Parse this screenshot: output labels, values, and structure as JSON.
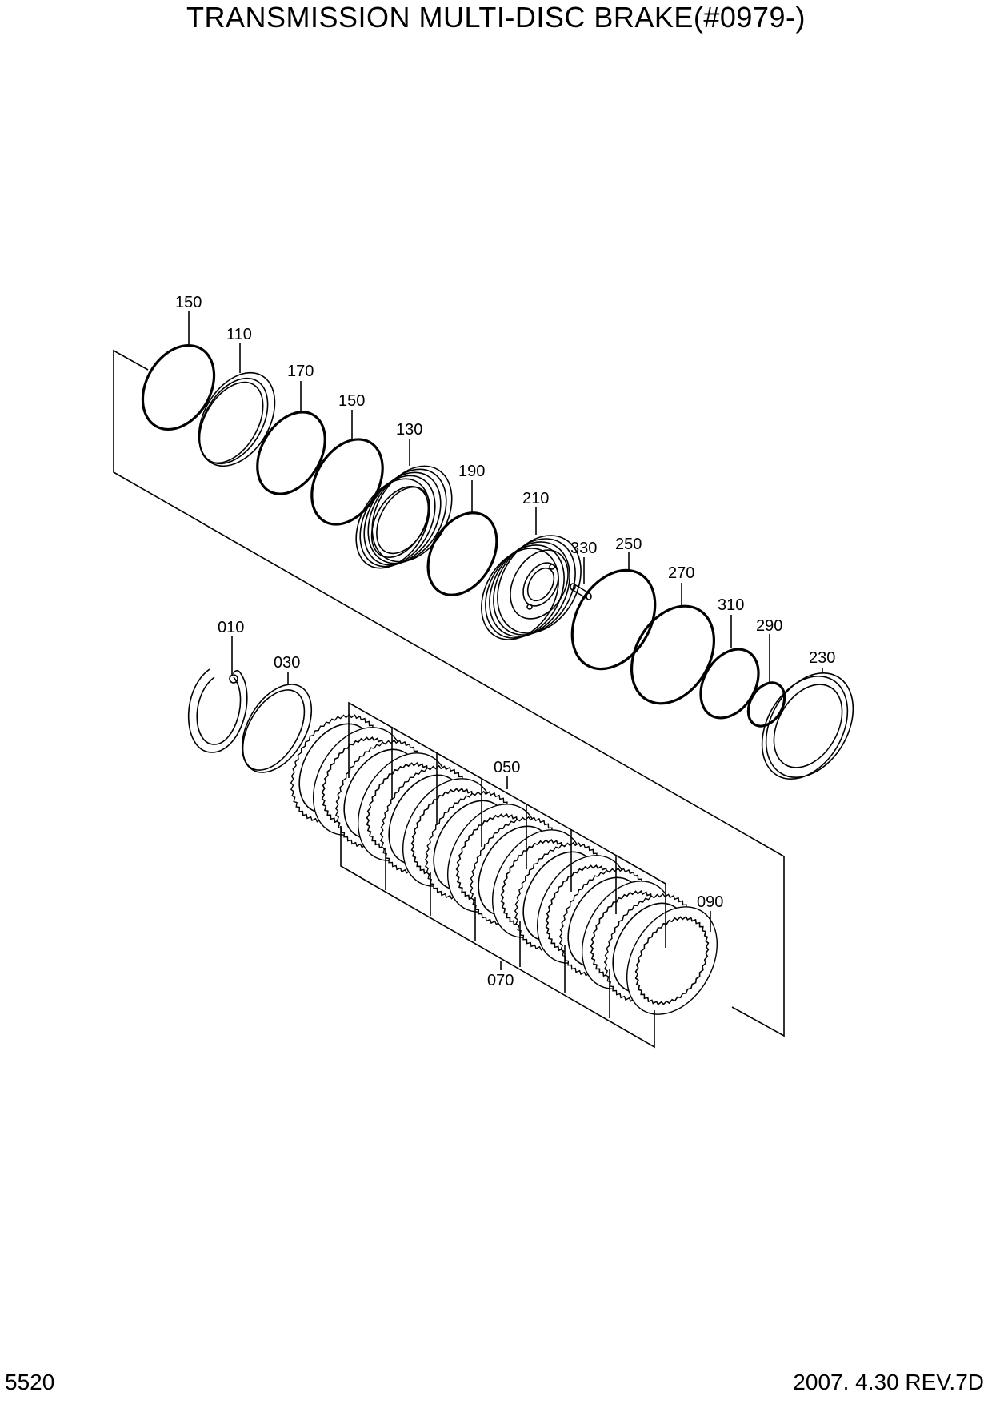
{
  "title": "TRANSMISSION MULTI-DISC BRAKE(#0979-)",
  "page_number": "5520",
  "revision": "2007. 4.30  REV.7D",
  "callouts": {
    "c150a": "150",
    "c110": "110",
    "c170": "170",
    "c150b": "150",
    "c130": "130",
    "c190": "190",
    "c210": "210",
    "c330": "330",
    "c250": "250",
    "c270": "270",
    "c310": "310",
    "c290": "290",
    "c230": "230",
    "c010": "010",
    "c030": "030",
    "c050": "050",
    "c090": "090",
    "c070": "070"
  }
}
